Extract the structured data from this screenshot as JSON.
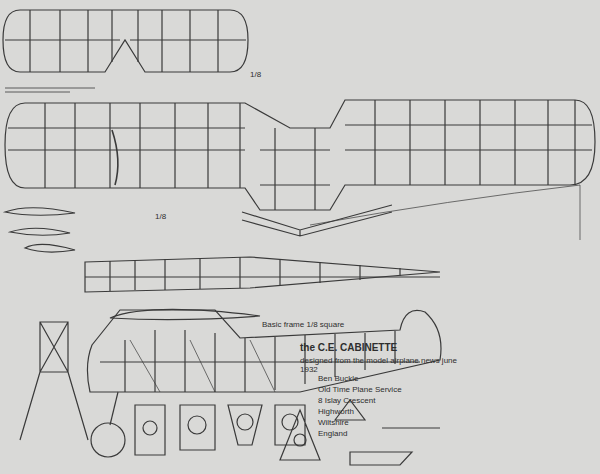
{
  "diagram": {
    "title": "the C.E. CABINETTE",
    "labels": [
      "designed from the model airplane news june 1932",
      "Ben Buckle",
      "Old Time Plane Service",
      "8 Islay Crescent",
      "Highworth",
      "Wiltshire",
      "England",
      "Basic frame 1/8 square",
      "1/8",
      "1/8"
    ]
  }
}
